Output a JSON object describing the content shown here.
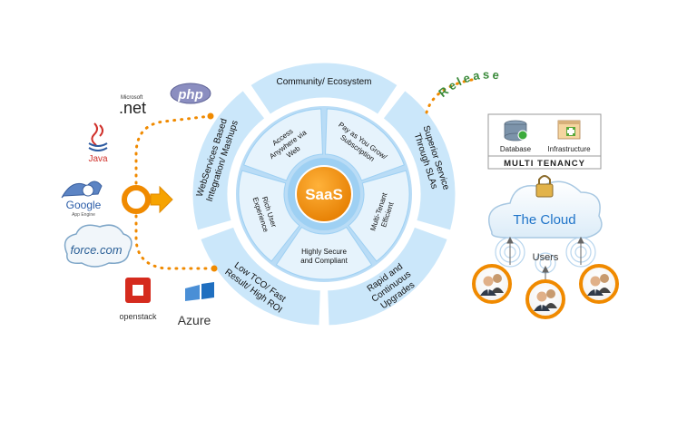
{
  "center": {
    "label": "SaaS"
  },
  "inner_ring": [
    "Access Anywhere via Web",
    "Pay as You Grow/ Subscription",
    "Multi-Tenant Efficient",
    "Highly Secure and Compliant",
    "Rich User Experience"
  ],
  "outer_ring": [
    "Community/ Ecosystem",
    "Superior Service Through SLAs",
    "Rapid and Continuous Upgrades",
    "Low TCO/ Fast Result/ High ROI",
    "WebServices Based Integration/ Mashups"
  ],
  "platforms": {
    "php": "php",
    "microsoft": "Microsoft",
    "net": ".net",
    "java": "Java",
    "google": "Google",
    "google_sub": "App Engine",
    "force": "force.com",
    "openstack": "openstack",
    "azure": "Azure"
  },
  "right": {
    "release": "Release",
    "database": "Database",
    "infrastructure": "Infrastructure",
    "multi_tenancy": "MULTI TENANCY",
    "cloud": "The Cloud",
    "users": "Users"
  },
  "colors": {
    "ring_light": "#cbe7fa",
    "ring_mid": "#9ed0f3",
    "ring_band": "#7fbfe9",
    "center": "#f08a00",
    "dotted": "#f08a00",
    "release_green": "#3a8a3a",
    "cloud_text": "#1f74c9"
  }
}
